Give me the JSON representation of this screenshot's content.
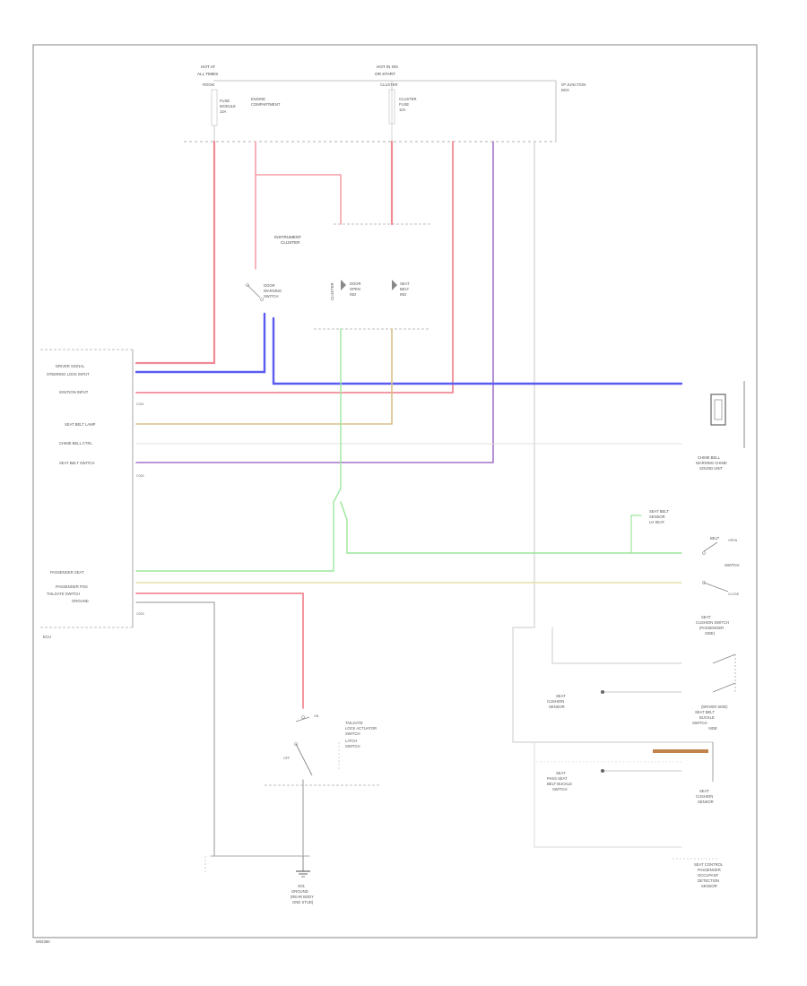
{
  "colors": {
    "background": "#ffffff",
    "frame": "#9a9a9a",
    "wire_gray": "#b8b8b8",
    "wire_red": "#f08a96",
    "wire_pink": "#f4a0a8",
    "wire_blue": "#5b5bf0",
    "wire_purple": "#a373c8",
    "wire_green": "#9ce69c",
    "wire_tan": "#d8c088",
    "wire_yellow": "#e8e0a8",
    "brown_band": "#c0834a"
  },
  "fuse_box": {
    "fuse_left_title": "HOT AT",
    "fuse_left_value": "ALL TIMES",
    "fuse_mid_title": "HOT IN ON",
    "fuse_mid_value": "OR START",
    "fuse_left_name": "ROOM",
    "fuse_mid_name": "CLUSTER",
    "fuse_mid_small": "10A",
    "fuse_left_desc_1": "FUSE",
    "fuse_left_desc_2": "MODULE",
    "fuse_left_desc_3": "10A",
    "engine_comp": "ENGINE",
    "engine_comp_2": "COMPARTMENT",
    "cluster_fuse_1": "CLUSTER",
    "cluster_fuse_2": "FUSE",
    "cluster_fuse_3": "10A",
    "ij_unit_1": "I/P JUNCTION",
    "ij_unit_2": "BOX"
  },
  "cluster": {
    "title_1": "INSTRUMENT",
    "title_2": "CLUSTER",
    "side_label": "CLUSTER",
    "door_switch_1": "DOOR",
    "door_switch_2": "WARNING",
    "door_switch_3": "SWITCH",
    "led_1_a": "DOOR",
    "led_1_b": "OPEN",
    "led_1_c": "IND",
    "led_2_a": "SEAT",
    "led_2_b": "BELT",
    "led_2_c": "IND"
  },
  "ecm": {
    "name": "ECU",
    "pins": [
      "DRIVER SIGNAL",
      "STEERING LOCK INPUT",
      "IGNITION INPUT",
      "SEAT BELT LAMP",
      "CHIME BELL CTRL",
      "SEAT BELT SWITCH",
      "PASSENGER SEAT",
      "PASSENGER POS",
      "TAILGATE SWITCH",
      "GROUND"
    ],
    "sub_1": "C001",
    "sub_2": "C002",
    "sub_3": "C003"
  },
  "right_side": {
    "chime_1": "CHIME BELL",
    "chime_2": "WARNING CHIME",
    "chime_3": "SOUND UNIT",
    "sensor_1": "SEAT BELT",
    "sensor_2": "SENSOR",
    "sensor_3": "LH SEAT",
    "belt_sw_1": "BELT",
    "belt_sw_2": "SWITCH",
    "belt_sw_3": "(DRIVER SIDE)",
    "cushion_1": "SEAT",
    "cushion_2": "CUSHION SWITCH",
    "cushion_3": "(PASSENGER",
    "cushion_4": "SIDE)",
    "cush_box_1": "SEAT BELT",
    "cush_box_2": "BUCKLE",
    "cush_box_3": "SWITCH",
    "cush_box_4": "SIDE",
    "lower_box_1": "SEAT",
    "lower_box_2": "CUSHION",
    "lower_box_3": "SENSOR",
    "pass_seat_1": "SEAT",
    "pass_seat_2": "PASS SEAT",
    "pass_seat_3": "BELT BUCKLE",
    "pass_seat_4": "SWITCH",
    "bottom_1": "SEAT CONTROL",
    "bottom_2": "PASSENGER",
    "bottom_3": "OCCUPANT",
    "bottom_4": "DETECTION",
    "bottom_5": "SENSOR",
    "sw_label_1": "OPEN",
    "sw_label_2": "CLOSE"
  },
  "bottom_left": {
    "tailgate_1": "TAILGATE",
    "tailgate_2": "LOCK ACTUATOR",
    "tailgate_3": "SWITCH",
    "latch_1": "LATCH",
    "latch_2": "SWITCH",
    "ground_1": "G01",
    "ground_2": "GROUND",
    "ground_3": "(REAR BODY",
    "ground_4": "GND STUD)",
    "on_label": "ON",
    "off_label": "OFF"
  },
  "footer_code": "W02360"
}
